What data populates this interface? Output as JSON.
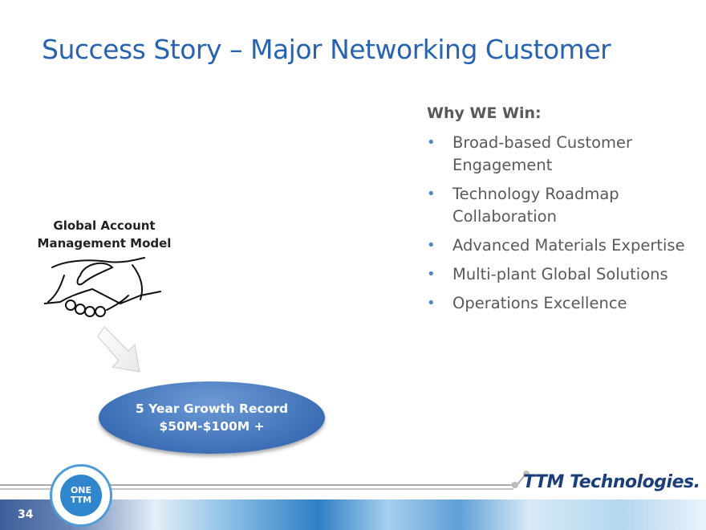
{
  "slide": {
    "title": "Success Story – Major Networking Customer",
    "page_number": "34"
  },
  "why_we_win": {
    "heading": "Why WE Win:",
    "bullets": [
      "Broad-based Customer Engagement",
      "Technology Roadmap Collaboration",
      "Advanced Materials Expertise",
      "Multi-plant Global Solutions",
      "Operations Excellence"
    ]
  },
  "diagram": {
    "label_line1": "Global Account",
    "label_line2": "Management Model",
    "oval_line1": "5 Year Growth Record",
    "oval_line2": "$50M-$100M +"
  },
  "footer": {
    "badge_line1": "ONE",
    "badge_line2": "TTM",
    "logo_text": "TTM Technologies."
  },
  "colors": {
    "title": "#2763b0",
    "bullet": "#4a86c8",
    "oval": "#3c6fb5"
  }
}
